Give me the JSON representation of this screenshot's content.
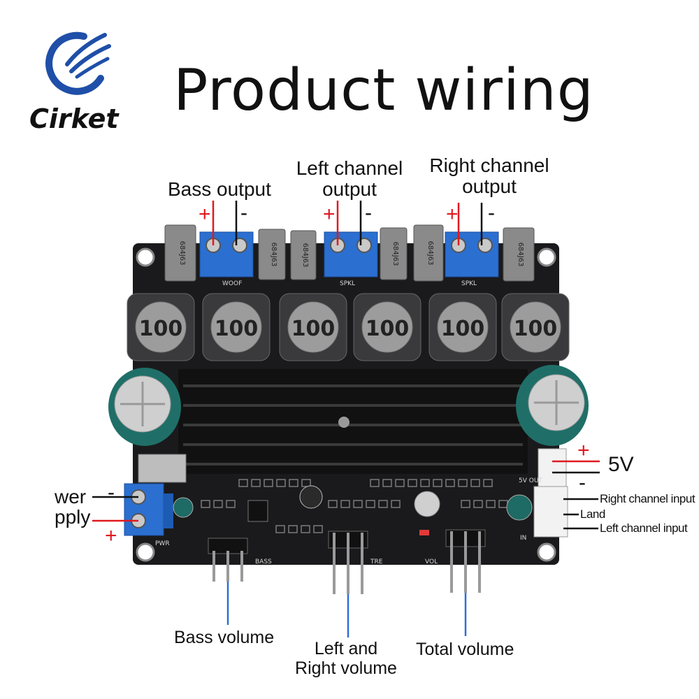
{
  "brand": {
    "name": "Cirket"
  },
  "title": "Product wiring",
  "outputs": {
    "bass": "Bass output",
    "left_line1": "Left channel",
    "left_line2": "output",
    "right_line1": "Right channel",
    "right_line2": "output"
  },
  "signs": {
    "plus": "+",
    "minus": "-"
  },
  "power": {
    "line1": "wer",
    "line2": "pply"
  },
  "five_v": "5V",
  "inputs": {
    "right": "Right channel input",
    "land": "Land",
    "left": "Left channel input"
  },
  "volumes": {
    "bass": "Bass volume",
    "lr_line1": "Left and",
    "lr_line2": "Right volume",
    "total": "Total volume"
  },
  "board": {
    "inductor_label": "100",
    "cap_label": "684J63",
    "silk_woof": "WOOF",
    "silk_spkl": "SPKL",
    "silk_bass": "BASS",
    "silk_tre": "TRE",
    "silk_vol": "VOL",
    "silk_pwr": "PWR",
    "silk_in": "IN",
    "silk_5v": "5V OUT"
  },
  "colors": {
    "plus": "#e0191f",
    "pointer_blue": "#2f6fd6",
    "brand_blue": "#1f4fa8",
    "terminal_blue": "#2b6fd0",
    "pcb": "#1a1a1c"
  }
}
